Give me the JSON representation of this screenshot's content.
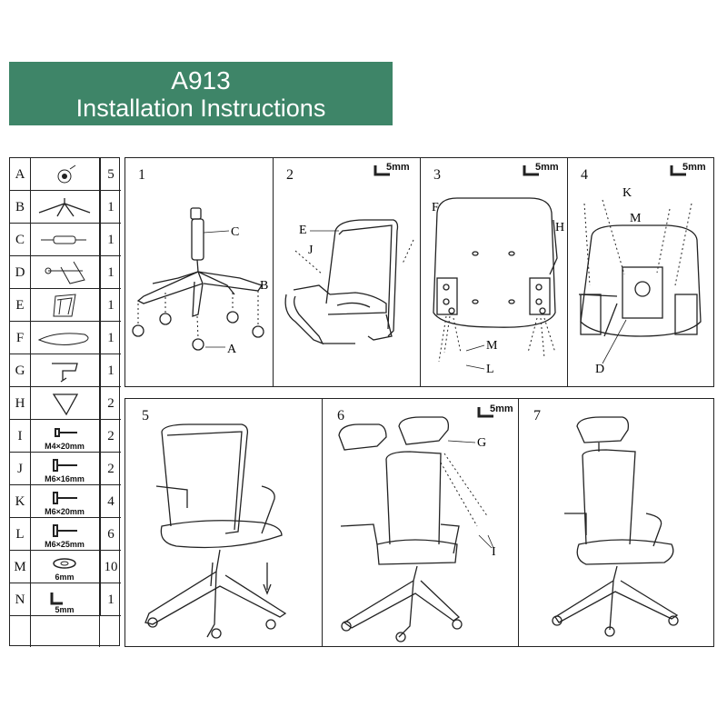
{
  "header": {
    "model": "A913",
    "subtitle": "Installation Instructions"
  },
  "parts": [
    {
      "letter": "A",
      "qty": "5",
      "icon": "caster-wheel-icon",
      "label": ""
    },
    {
      "letter": "B",
      "qty": "1",
      "icon": "star-base-icon",
      "label": ""
    },
    {
      "letter": "C",
      "qty": "1",
      "icon": "gas-cylinder-icon",
      "label": ""
    },
    {
      "letter": "D",
      "qty": "1",
      "icon": "tilt-mechanism-icon",
      "label": ""
    },
    {
      "letter": "E",
      "qty": "1",
      "icon": "backrest-icon",
      "label": ""
    },
    {
      "letter": "F",
      "qty": "1",
      "icon": "seat-cushion-icon",
      "label": ""
    },
    {
      "letter": "G",
      "qty": "1",
      "icon": "headrest-bracket-icon",
      "label": ""
    },
    {
      "letter": "H",
      "qty": "2",
      "icon": "armrest-icon",
      "label": ""
    },
    {
      "letter": "I",
      "qty": "2",
      "icon": "screw-icon",
      "label": "M4×20mm"
    },
    {
      "letter": "J",
      "qty": "2",
      "icon": "bolt-icon",
      "label": "M6×16mm"
    },
    {
      "letter": "K",
      "qty": "4",
      "icon": "bolt-icon",
      "label": "M6×20mm"
    },
    {
      "letter": "L",
      "qty": "6",
      "icon": "bolt-icon",
      "label": "M6×25mm"
    },
    {
      "letter": "M",
      "qty": "10",
      "icon": "washer-icon",
      "label": "6mm"
    },
    {
      "letter": "N",
      "qty": "1",
      "icon": "allen-key-icon",
      "label": "5mm"
    }
  ],
  "steps": [
    {
      "num": "1",
      "tool": "",
      "callouts": [
        "C",
        "B",
        "A"
      ]
    },
    {
      "num": "2",
      "tool": "5mm",
      "callouts": [
        "E",
        "J"
      ]
    },
    {
      "num": "3",
      "tool": "5mm",
      "callouts": [
        "F",
        "H",
        "M",
        "L"
      ]
    },
    {
      "num": "4",
      "tool": "5mm",
      "callouts": [
        "K",
        "M",
        "D"
      ]
    },
    {
      "num": "5",
      "tool": "",
      "callouts": []
    },
    {
      "num": "6",
      "tool": "5mm",
      "callouts": [
        "G",
        "I"
      ]
    },
    {
      "num": "7",
      "tool": "",
      "callouts": []
    }
  ],
  "colors": {
    "banner": "#3e8568",
    "line": "#222222"
  }
}
